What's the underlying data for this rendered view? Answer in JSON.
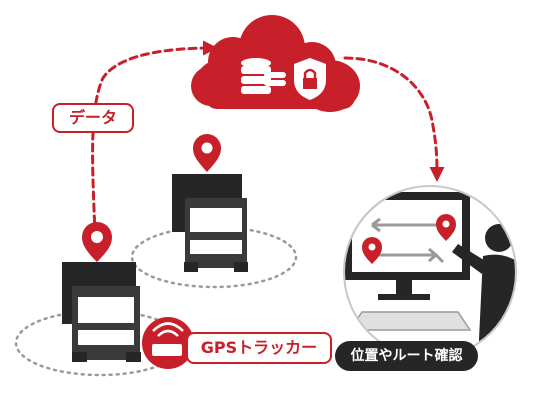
{
  "labels": {
    "data": "データ",
    "gps_tracker": "GPSトラッカー",
    "route_check": "位置やルート確認"
  },
  "colors": {
    "accent_red": "#c8202a",
    "dark": "#262626",
    "grey": "#9a9a9a"
  },
  "icons": [
    "cloud-icon",
    "database-icon",
    "shield-lock-icon",
    "map-pin-icon",
    "truck-icon",
    "gps-tracker-icon",
    "monitor-icon",
    "person-icon",
    "keyboard-icon"
  ]
}
